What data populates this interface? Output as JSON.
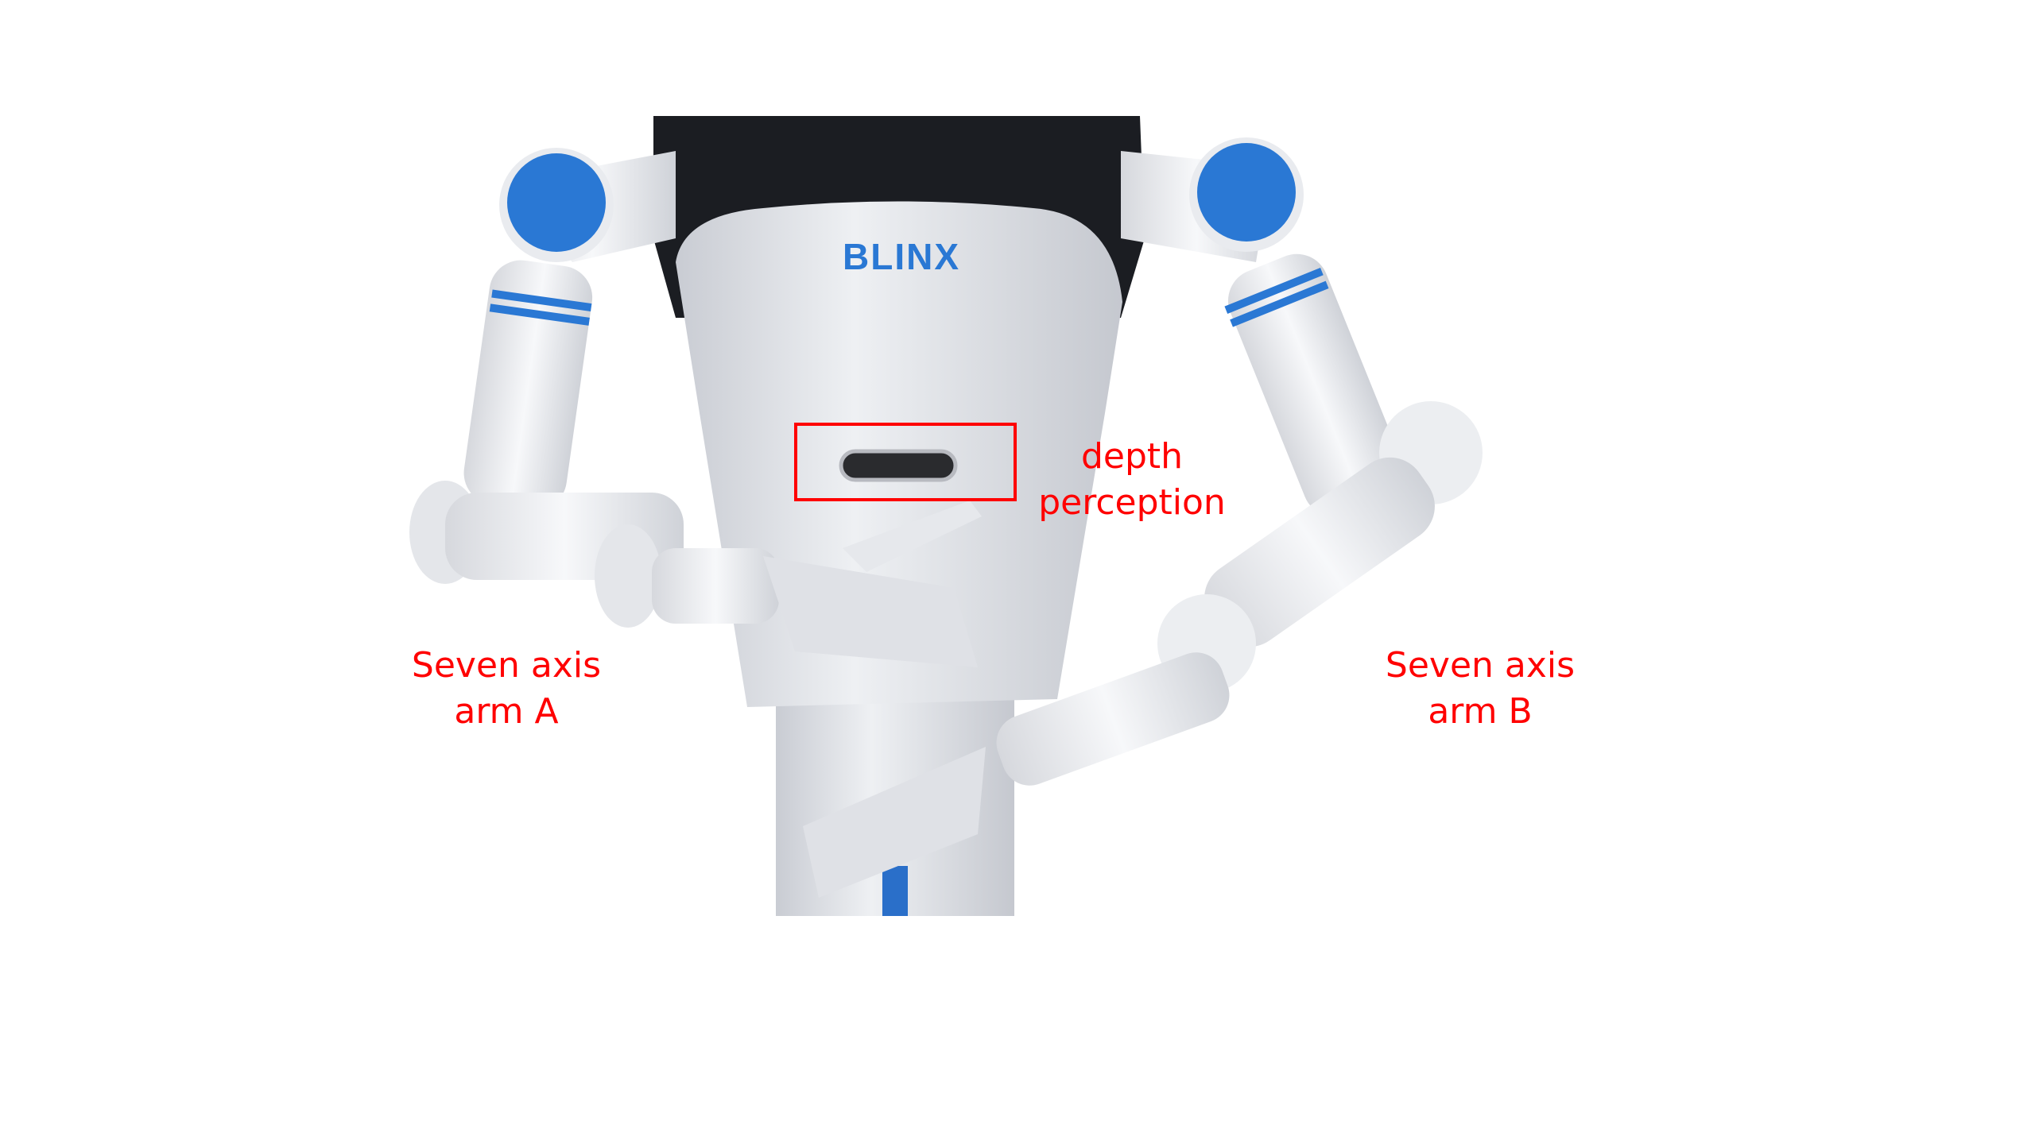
{
  "labels": {
    "depth": [
      "depth",
      "perception"
    ],
    "arm_a": [
      "Seven axis",
      "arm A"
    ],
    "arm_b": [
      "Seven axis",
      "arm B"
    ]
  },
  "logo_text": "BLINX",
  "colors": {
    "annotation": "#ff0000",
    "brand_blue": "#2a78d4"
  }
}
